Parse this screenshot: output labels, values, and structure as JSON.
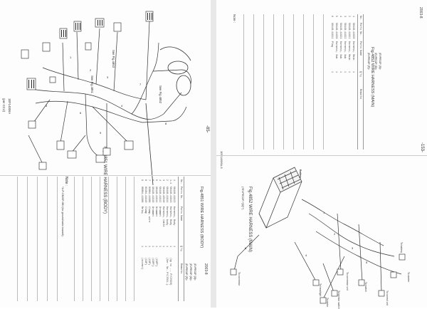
{
  "left_page": {
    "page_number": "-85-",
    "catalog_code": "2003-8",
    "header_left": "1EF14006A",
    "header_sub": "(per CCU)",
    "note_label": "Note :",
    "note_text": "*1=P-CB20P-0B1 (for ground/radio bracket)",
    "figure1": {
      "title": "Fig.4851 WIRE HARNESS (BODY)",
      "see_refs": [
        "See Fig.4852",
        "See Fig.4853",
        "See Fig.4861"
      ]
    },
    "table": {
      "title": "Fig.4851 WIRE HARNESS (BODY)",
      "model_header_1": "(EVPE02P-[0]=",
      "model_header_2": "(EVPE02P-[D]=",
      "model_header_3": "(EVPE02P-[F]=",
      "columns": [
        "No.",
        "Parts No.",
        "Parts Name",
        "Q'ty",
        "Remarks"
      ],
      "rows": [
        [
          "1",
          "58440-41S13",
          "Harness, Body",
          "1",
          ""
        ],
        [
          "1-1",
          "58440-41S13",
          "Harness, Body",
          "1",
          "(Up to ... P/C7020)"
        ],
        [
          "2",
          "58440-41S14",
          "Harness, body",
          "1",
          "(Ser. No. P/C7021-)"
        ],
        [
          "3",
          "58440-42S10",
          "Harness, Cable",
          "1",
          ""
        ],
        [
          "4",
          "58440-41S12",
          "Grommet",
          "1",
          ""
        ],
        [
          "5",
          "90140-41S14",
          "Grommet",
          "1",
          "(CSPF)"
        ],
        [
          "6",
          "90140-41S10",
          "Grommet",
          "1",
          "(CSPF)"
        ],
        [
          "7",
          "03004-41S08",
          "Clamp, wire",
          "1",
          "(CSP)"
        ],
        [
          "8",
          "03104-41S10",
          "Clamp",
          "1",
          "(CSP)"
        ],
        [
          "9",
          "00084-41S08",
          "Relay",
          "1",
          "(accent)"
        ]
      ]
    }
  },
  "right_page": {
    "page_number": "-153-",
    "catalog_code": "2003-8",
    "footer_code": "1EF14006A-5",
    "note_label": "Note :",
    "figure2": {
      "title": "Fig.4852 WIRE HARNESS (MAIN)",
      "subtitle": "(*EVPE02P-*[0]**)",
      "labels": [
        "Battery",
        "To battery",
        "To starter",
        "To headlight",
        "To switch",
        "To connector",
        "To connector unit",
        "To control unit",
        "To ignition switch",
        "To motor"
      ]
    },
    "table": {
      "title": "Fig.4852 WIRE HARNESS (MAIN)",
      "model_header_1": "(EVPE02P-[0]=",
      "model_header_2": "(EVPE02P-[D]=",
      "model_header_3": "(EVPE02P-[F]=",
      "columns": [
        "No.",
        "Parts No.",
        "Parts Name",
        "Q'ty",
        "Remarks"
      ],
      "rows": [
        [
          "1",
          "58440-41S20",
          "Harness, Main",
          "1",
          ""
        ],
        [
          "2",
          "58440-41S21",
          "Harness, Main",
          "1",
          ""
        ],
        [
          "3",
          "58440-41S22",
          "Harness, Sub",
          "1",
          ""
        ],
        [
          "4",
          "58440-41S24",
          "Harness, Sub",
          "1",
          ""
        ],
        [
          "5",
          "58440-41S26",
          "Harness, Sub",
          "1",
          ""
        ],
        [
          "6",
          "90140-41S11",
          "Plug",
          "1",
          ""
        ]
      ]
    }
  }
}
